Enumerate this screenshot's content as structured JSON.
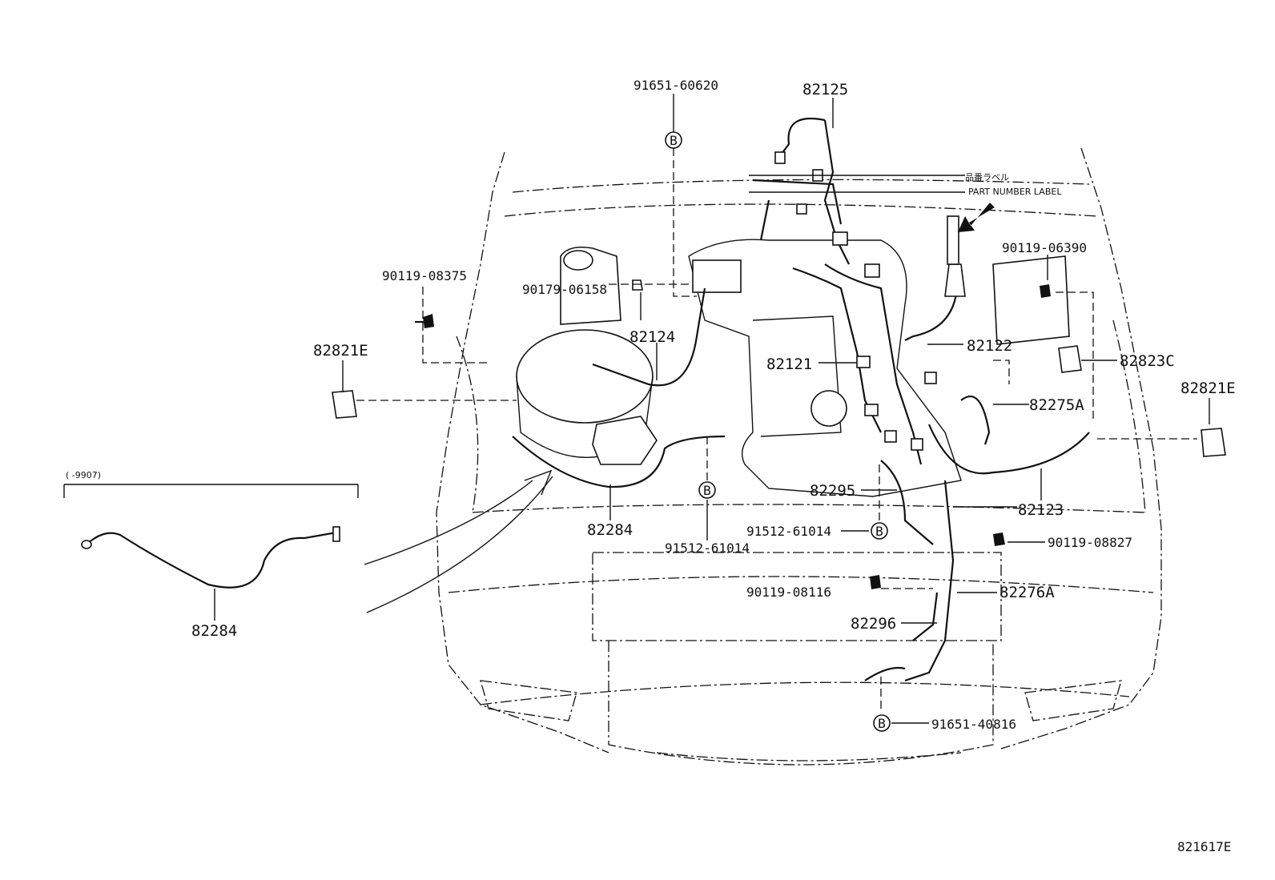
{
  "diagram": {
    "ref_code": "821617E",
    "label_jp": "品番ラベル",
    "label_en": "PART NUMBER LABEL",
    "bolt_marker": "B",
    "inset_note": "(   -9907)",
    "parts": {
      "p82125": "82125",
      "p91651_60620": "91651-60620",
      "p90119_08375": "90119-08375",
      "p90179_06158": "90179-06158",
      "p82124": "82124",
      "p82821E_left": "82821E",
      "p82121": "82121",
      "p82122": "82122",
      "p90119_06390": "90119-06390",
      "p82823C": "82823C",
      "p82821E_right": "82821E",
      "p82275A": "82275A",
      "p82295": "82295",
      "p82123": "82123",
      "p82284_main": "82284",
      "p91512_61014_a": "91512-61014",
      "p91512_61014_b": "91512-61014",
      "p90119_08827": "90119-08827",
      "p90119_08116": "90119-08116",
      "p82276A": "82276A",
      "p82296": "82296",
      "p91651_40816": "91651-40816",
      "p82284_inset": "82284"
    }
  }
}
